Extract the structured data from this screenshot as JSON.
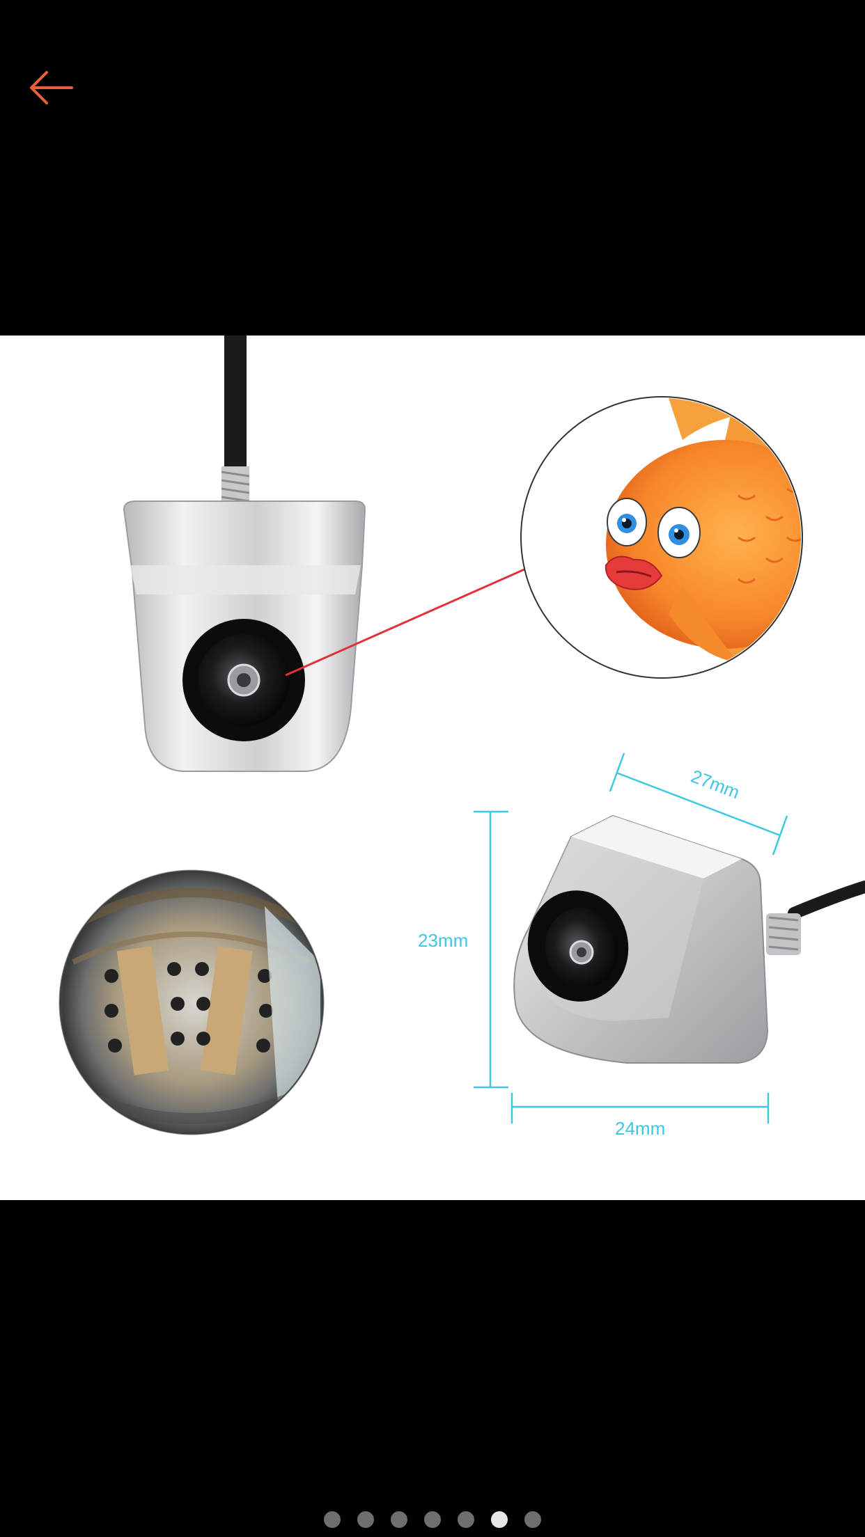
{
  "header": {
    "back_icon": "arrow-left-icon",
    "back_icon_color": "#e8603c"
  },
  "product_image": {
    "dimensions": {
      "width_top": "27mm",
      "height": "23mm",
      "width_bottom": "24mm"
    },
    "label_color": "#3cc7e2"
  },
  "carousel": {
    "total": 7,
    "active_index": 5
  }
}
